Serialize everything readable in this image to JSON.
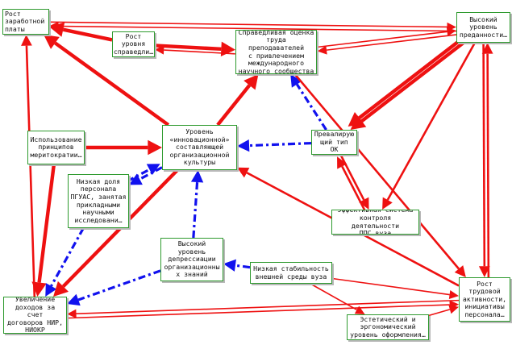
{
  "colors": {
    "positive_edge": "#ee1111",
    "negative_edge": "#1111ee",
    "node_border": "#2e9a2e",
    "node_shadow": "#b8b8b8"
  },
  "nodes": [
    {
      "id": "n1",
      "label": "Рост\nзаработной\nплаты"
    },
    {
      "id": "n2",
      "label": "Рост\nуровня\nсправедли…"
    },
    {
      "id": "n3",
      "label": "Справедливая оценка\nтруда преподавателей\nс привлечением\nмеждународного\nнаучного сообщества"
    },
    {
      "id": "n4",
      "label": "Высокий\nуровень\nпреданности…"
    },
    {
      "id": "n5",
      "label": "Использование\nпринципов\nмеритократии…"
    },
    {
      "id": "n6",
      "label": "Уровень\n«инновационной»\nсоставляющей\nорганизационной\nкультуры"
    },
    {
      "id": "n7",
      "label": "Превалирую\nщий тип\nОК"
    },
    {
      "id": "n8",
      "label": "Низкая доля\nперсонала\nПГУАС, занятая\nприкладными\nнаучными\nисследовани…"
    },
    {
      "id": "n9",
      "label": "Эффективная система\nконтроля деятельности\nППС вуза"
    },
    {
      "id": "n10",
      "label": "Высокий\nуровень\nдепрессиации\nорганизационны\nх знаний"
    },
    {
      "id": "n11",
      "label": "Низкая стабильность\nвнешней среды вуза"
    },
    {
      "id": "n12",
      "label": "Увеличение\nдоходов за счет\nдоговоров НИР,\nНИОКР"
    },
    {
      "id": "n13",
      "label": "Рост\nтрудовой\nактивности,\nинициативы\nперсонала…"
    },
    {
      "id": "n14",
      "label": "Эстетический и\nэргономический\nуровень оформления…"
    }
  ],
  "edges": [
    {
      "from": "n1",
      "to": "n4",
      "sign": "+",
      "style": "thin"
    },
    {
      "from": "n4",
      "to": "n1",
      "sign": "+",
      "style": "thin"
    },
    {
      "from": "n3",
      "to": "n4",
      "sign": "+",
      "style": "thin"
    },
    {
      "from": "n4",
      "to": "n3",
      "sign": "+",
      "style": "thin"
    },
    {
      "from": "n2",
      "to": "n1",
      "sign": "+",
      "style": "thick"
    },
    {
      "from": "n2",
      "to": "n3",
      "sign": "+",
      "style": "thick"
    },
    {
      "from": "n3",
      "to": "n2",
      "sign": "+",
      "style": "thin"
    },
    {
      "from": "n6",
      "to": "n1",
      "sign": "+",
      "style": "thick"
    },
    {
      "from": "n6",
      "to": "n3",
      "sign": "+",
      "style": "thick"
    },
    {
      "from": "n7",
      "to": "n3",
      "sign": "-",
      "style": "dashdot"
    },
    {
      "from": "n7",
      "to": "n6",
      "sign": "-",
      "style": "dashdot"
    },
    {
      "from": "n4",
      "to": "n7",
      "sign": "+",
      "style": "thick"
    },
    {
      "from": "n4",
      "to": "n7",
      "sign": "+",
      "style": "thick"
    },
    {
      "from": "n4",
      "to": "n9",
      "sign": "+",
      "style": "medium"
    },
    {
      "from": "n4",
      "to": "n13",
      "sign": "+",
      "style": "medium"
    },
    {
      "from": "n13",
      "to": "n4",
      "sign": "+",
      "style": "medium"
    },
    {
      "from": "n7",
      "to": "n9",
      "sign": "+",
      "style": "medium"
    },
    {
      "from": "n9",
      "to": "n7",
      "sign": "+",
      "style": "medium"
    },
    {
      "from": "n5",
      "to": "n6",
      "sign": "+",
      "style": "thick"
    },
    {
      "from": "n5",
      "to": "n12",
      "sign": "+",
      "style": "thick"
    },
    {
      "from": "n6",
      "to": "n8",
      "sign": "-",
      "style": "dashdot"
    },
    {
      "from": "n8",
      "to": "n6",
      "sign": "-",
      "style": "dashdot"
    },
    {
      "from": "n8",
      "to": "n12",
      "sign": "-",
      "style": "dashdot"
    },
    {
      "from": "n6",
      "to": "n12",
      "sign": "+",
      "style": "thick"
    },
    {
      "from": "n10",
      "to": "n6",
      "sign": "-",
      "style": "dashdot"
    },
    {
      "from": "n10",
      "to": "n12",
      "sign": "-",
      "style": "dashdot"
    },
    {
      "from": "n11",
      "to": "n10",
      "sign": "-",
      "style": "dashdot"
    },
    {
      "from": "n3",
      "to": "n13",
      "sign": "+",
      "style": "medium"
    },
    {
      "from": "n13",
      "to": "n6",
      "sign": "+",
      "style": "medium"
    },
    {
      "from": "n13",
      "to": "n12",
      "sign": "+",
      "style": "thin"
    },
    {
      "from": "n12",
      "to": "n13",
      "sign": "+",
      "style": "thin"
    },
    {
      "from": "n12",
      "to": "n1",
      "sign": "+",
      "style": "medium"
    },
    {
      "from": "n11",
      "to": "n13",
      "sign": "+",
      "style": "thin"
    },
    {
      "from": "n14",
      "to": "n13",
      "sign": "+",
      "style": "thin"
    },
    {
      "from": "n11",
      "to": "n14",
      "sign": "+",
      "style": "thin"
    }
  ]
}
